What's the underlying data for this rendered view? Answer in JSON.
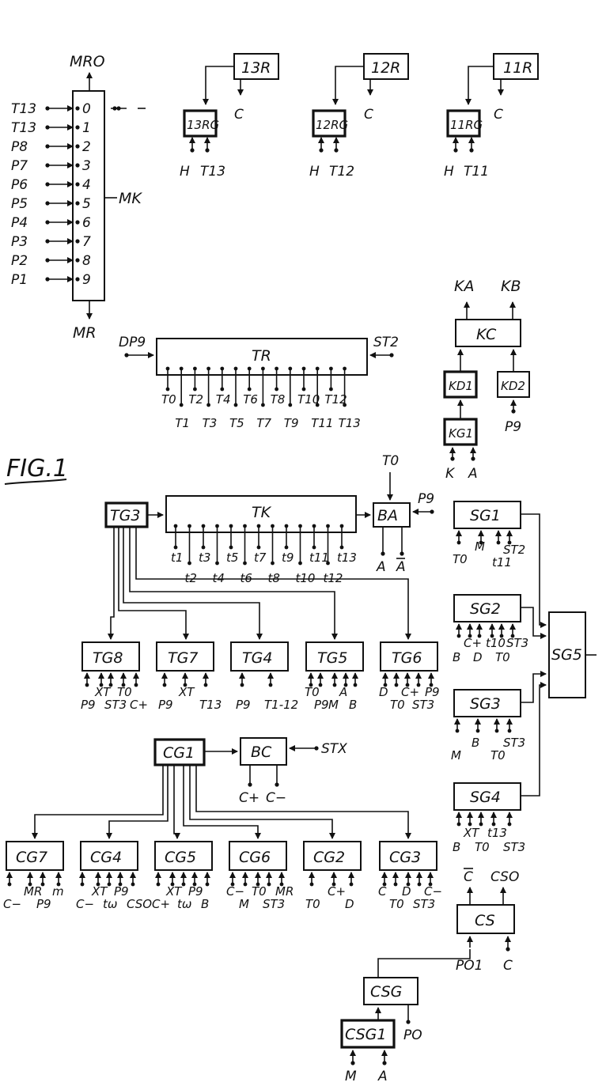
{
  "figure_label": "FIG.1",
  "blocks": {
    "r13": "13R",
    "r12": "12R",
    "r11": "11R",
    "rg13": "13RG",
    "rg12": "12RG",
    "rg11": "11RG",
    "tr": "TR",
    "tk": "TK",
    "ba": "BA",
    "kc": "KC",
    "kd1": "KD1",
    "kd2": "KD2",
    "kg1": "KG1",
    "tg3": "TG3",
    "tg8": "TG8",
    "tg7": "TG7",
    "tg4": "TG4",
    "tg5": "TG5",
    "tg6": "TG6",
    "cg1": "CG1",
    "bc": "BC",
    "cg7": "CG7",
    "cg4": "CG4",
    "cg5": "CG5",
    "cg6": "CG6",
    "cg2": "CG2",
    "cg3": "CG3",
    "sg1": "SG1",
    "sg2": "SG2",
    "sg3": "SG3",
    "sg4": "SG4",
    "sg5": "SG5",
    "cs": "CS",
    "csg": "CSG",
    "csg1": "CSG1"
  },
  "mk": {
    "name": "MK",
    "top": "MRO",
    "bottom": "MR",
    "inputs": [
      "T13",
      "T13",
      "P8",
      "P7",
      "P6",
      "P5",
      "P4",
      "P3",
      "P2",
      "P1"
    ],
    "pins": [
      "0",
      "1",
      "2",
      "3",
      "4",
      "5",
      "6",
      "7",
      "8",
      "9"
    ]
  },
  "regs": {
    "r13": {
      "c": "C",
      "h": "H",
      "t": "T13"
    },
    "r12": {
      "c": "C",
      "h": "H",
      "t": "T12"
    },
    "r11": {
      "c": "C",
      "h": "H",
      "t": "T11"
    }
  },
  "tr": {
    "left": "DP9",
    "right": "ST2",
    "outputs_a": [
      "T0",
      "T2",
      "T4",
      "T6",
      "T8",
      "T10",
      "T12"
    ],
    "outputs_b": [
      "T1",
      "T3",
      "T5",
      "T7",
      "T9",
      "T11",
      "T13"
    ]
  },
  "kc": {
    "out1": "KA",
    "out2": "KB",
    "p9": "P9",
    "k": "K",
    "a": "A"
  },
  "tk": {
    "row1": [
      "t1",
      "t3",
      "t5",
      "t7",
      "t9",
      "t11",
      "t13"
    ],
    "row2": [
      "t2",
      "t4",
      "t6",
      "t8",
      "t10",
      "t12"
    ]
  },
  "ba": {
    "top": "T0",
    "right": "P9",
    "out1": "A",
    "out2": "A"
  },
  "tg8": [
    "P9",
    "XT",
    "ST3",
    "T0",
    "C+"
  ],
  "tg7": [
    "P9",
    "XT",
    "T13"
  ],
  "tg4": [
    "P9",
    "T1-12"
  ],
  "tg5": [
    "T0",
    "P9",
    "M",
    "A",
    "B"
  ],
  "tg6": [
    "D",
    "T0",
    "C+",
    "ST3",
    "P9"
  ],
  "bc": {
    "in": "STX",
    "o1": "C+",
    "o2": "C−"
  },
  "cg7": [
    "C−",
    "MR",
    "P9",
    "m"
  ],
  "cg4": [
    "C−",
    "XT",
    "tω",
    "P9",
    "CSO"
  ],
  "cg5": [
    "C+",
    "XT",
    "tω",
    "P9",
    "B"
  ],
  "cg6": [
    "C−",
    "M",
    "T0",
    "ST3",
    "MR"
  ],
  "cg2": [
    "T0",
    "C+",
    "D"
  ],
  "cg3": [
    "C",
    "T0",
    "D",
    "ST3",
    "C−"
  ],
  "sg1": [
    "T0",
    "M",
    "t11",
    "ST2"
  ],
  "sg2": [
    "B",
    "C+",
    "D",
    "t10",
    "T0",
    "ST3"
  ],
  "sg3": [
    "M",
    "B",
    "T0",
    "ST3"
  ],
  "sg4": [
    "B",
    "XT",
    "T0",
    "t13",
    "ST3"
  ],
  "cs": {
    "o1": "C",
    "o2": "CSO",
    "in1": "PO1",
    "in2": "C"
  },
  "csg": {
    "po": "PO",
    "m": "M",
    "a": "A"
  }
}
